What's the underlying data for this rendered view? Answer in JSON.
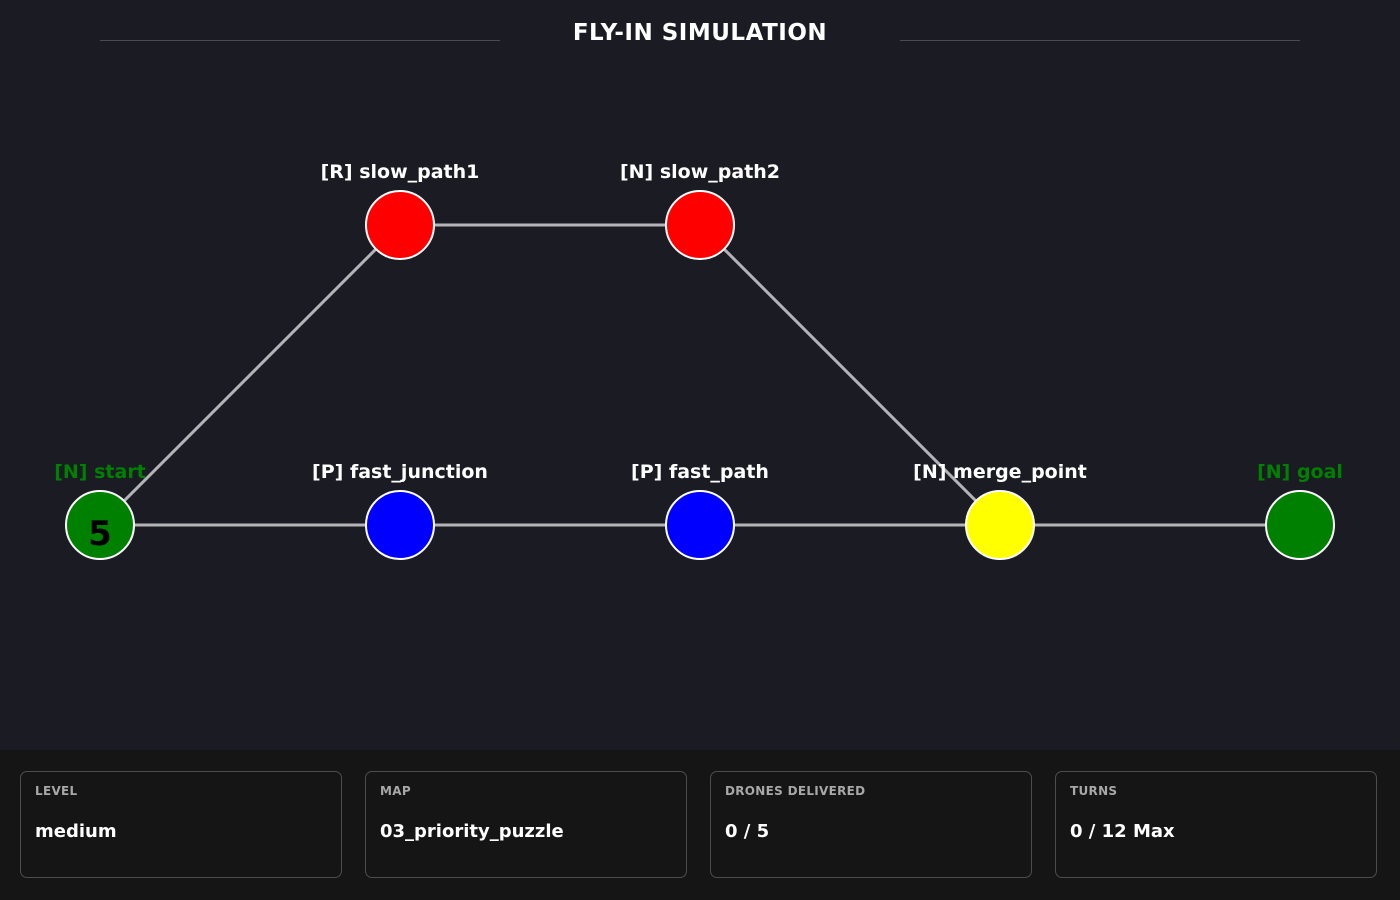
{
  "title": "FLY-IN SIMULATION",
  "colors": {
    "background": "#1b1b24",
    "footer_background": "#151515",
    "edge": "#b4b4b8",
    "node_border": "#ffffff",
    "label_default": "#ffffff",
    "label_endpoint": "#008000",
    "drone_count": "#000000"
  },
  "graph": {
    "nodes": [
      {
        "id": "start",
        "zone": "N",
        "label": "[N] start",
        "color": "#008000",
        "label_color": "#008000",
        "drones": "5"
      },
      {
        "id": "fast_junction",
        "zone": "P",
        "label": "[P] fast_junction",
        "color": "#0000ff",
        "label_color": "#ffffff"
      },
      {
        "id": "fast_path",
        "zone": "P",
        "label": "[P] fast_path",
        "color": "#0000ff",
        "label_color": "#ffffff"
      },
      {
        "id": "merge_point",
        "zone": "N",
        "label": "[N] merge_point",
        "color": "#ffff00",
        "label_color": "#ffffff"
      },
      {
        "id": "goal",
        "zone": "N",
        "label": "[N] goal",
        "color": "#008000",
        "label_color": "#008000"
      },
      {
        "id": "slow_path1",
        "zone": "R",
        "label": "[R] slow_path1",
        "color": "#ff0000",
        "label_color": "#ffffff"
      },
      {
        "id": "slow_path2",
        "zone": "N",
        "label": "[N] slow_path2",
        "color": "#ff0000",
        "label_color": "#ffffff"
      }
    ],
    "edges": [
      [
        "start",
        "fast_junction"
      ],
      [
        "fast_junction",
        "fast_path"
      ],
      [
        "fast_path",
        "merge_point"
      ],
      [
        "merge_point",
        "goal"
      ],
      [
        "start",
        "slow_path1"
      ],
      [
        "slow_path1",
        "slow_path2"
      ],
      [
        "slow_path2",
        "merge_point"
      ]
    ]
  },
  "stats": [
    {
      "label": "LEVEL",
      "value": "medium"
    },
    {
      "label": "MAP",
      "value": "03_priority_puzzle"
    },
    {
      "label": "DRONES DELIVERED",
      "value": "0 / 5"
    },
    {
      "label": "TURNS",
      "value": "0 / 12 Max"
    }
  ]
}
